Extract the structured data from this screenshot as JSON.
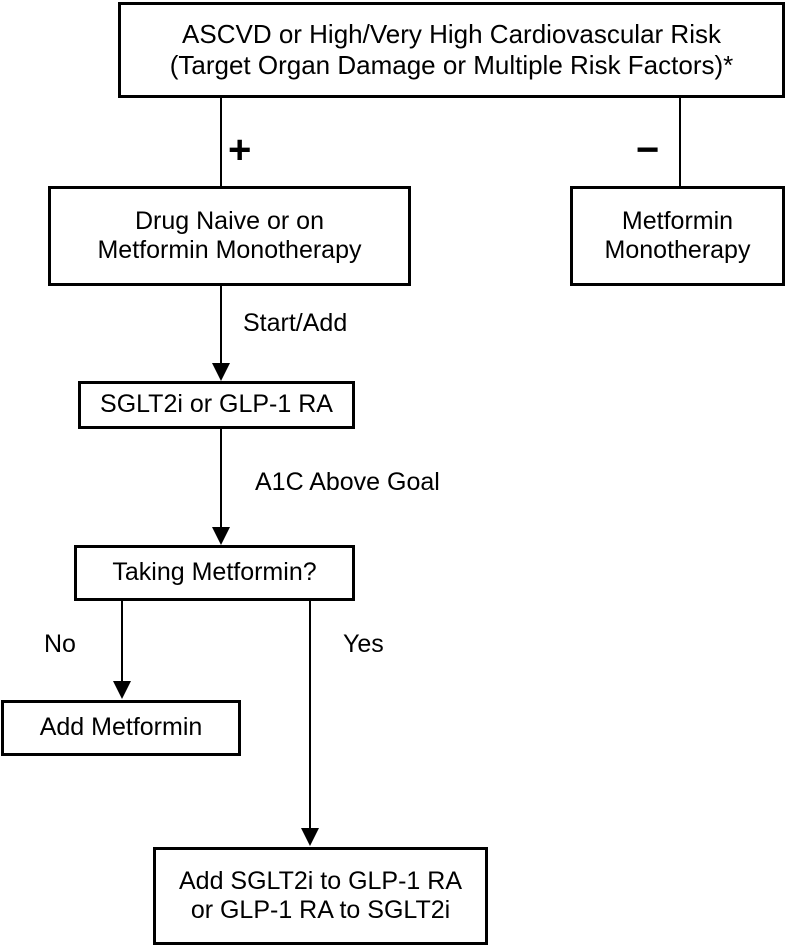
{
  "diagram": {
    "title": "ASCVD or High/Very High Cardiovascular Risk treatment algorithm",
    "type": "flowchart",
    "orientation": "top-down",
    "colors": {
      "background": "#ffffff",
      "stroke": "#000000",
      "text": "#000000"
    },
    "nodes": {
      "risk": "ASCVD or High/Very High Cardiovascular Risk\n(Target Organ Damage or Multiple Risk Factors)*",
      "naive": "Drug Naive or on\nMetformin Monotherapy",
      "metformin_mono": "Metformin\nMonotherapy",
      "sglt2i_or_glp1": "SGLT2i or GLP-1 RA",
      "taking_metformin": "Taking Metformin?",
      "add_metformin": "Add Metformin",
      "add_combo": "Add SGLT2i to GLP-1 RA\nor GLP-1 RA to SGLT2i"
    },
    "edges": {
      "plus": "+",
      "minus": "−",
      "start_add": "Start/Add",
      "a1c_above_goal": "A1C Above Goal",
      "no": "No",
      "yes": "Yes"
    }
  }
}
